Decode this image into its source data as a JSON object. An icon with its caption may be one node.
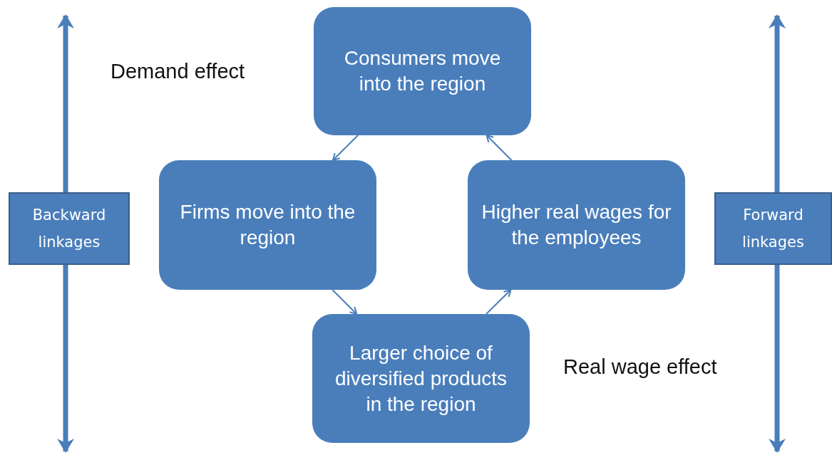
{
  "diagram": {
    "nodes": [
      {
        "text": [
          "Consumers move into the region"
        ]
      },
      {
        "text": [
          "Firms move into the region"
        ]
      },
      {
        "text": [
          "Higher real wages for the employees"
        ]
      },
      {
        "text": [
          "Larger choice of diversified products in the region"
        ]
      },
      {
        "text": [
          "Backward linkages"
        ]
      },
      {
        "text": [
          "Forward linkages"
        ]
      }
    ],
    "edges": [
      {
        "from": 0,
        "to": 1,
        "arrow": "to"
      },
      {
        "from": 1,
        "to": 3,
        "arrow": "to"
      },
      {
        "from": 3,
        "to": 2,
        "arrow": "to"
      },
      {
        "from": 2,
        "to": 0,
        "arrow": "to"
      },
      {
        "from": 4,
        "to": null,
        "arrow": "to",
        "style": "thick"
      },
      {
        "from": 4,
        "to": null,
        "arrow": "to",
        "style": "thick"
      },
      {
        "from": 5,
        "to": null,
        "arrow": "to",
        "style": "thick"
      },
      {
        "from": 5,
        "to": null,
        "arrow": "to",
        "style": "thick"
      }
    ],
    "labels": [
      "Demand effect",
      "Real wage effect"
    ]
  }
}
